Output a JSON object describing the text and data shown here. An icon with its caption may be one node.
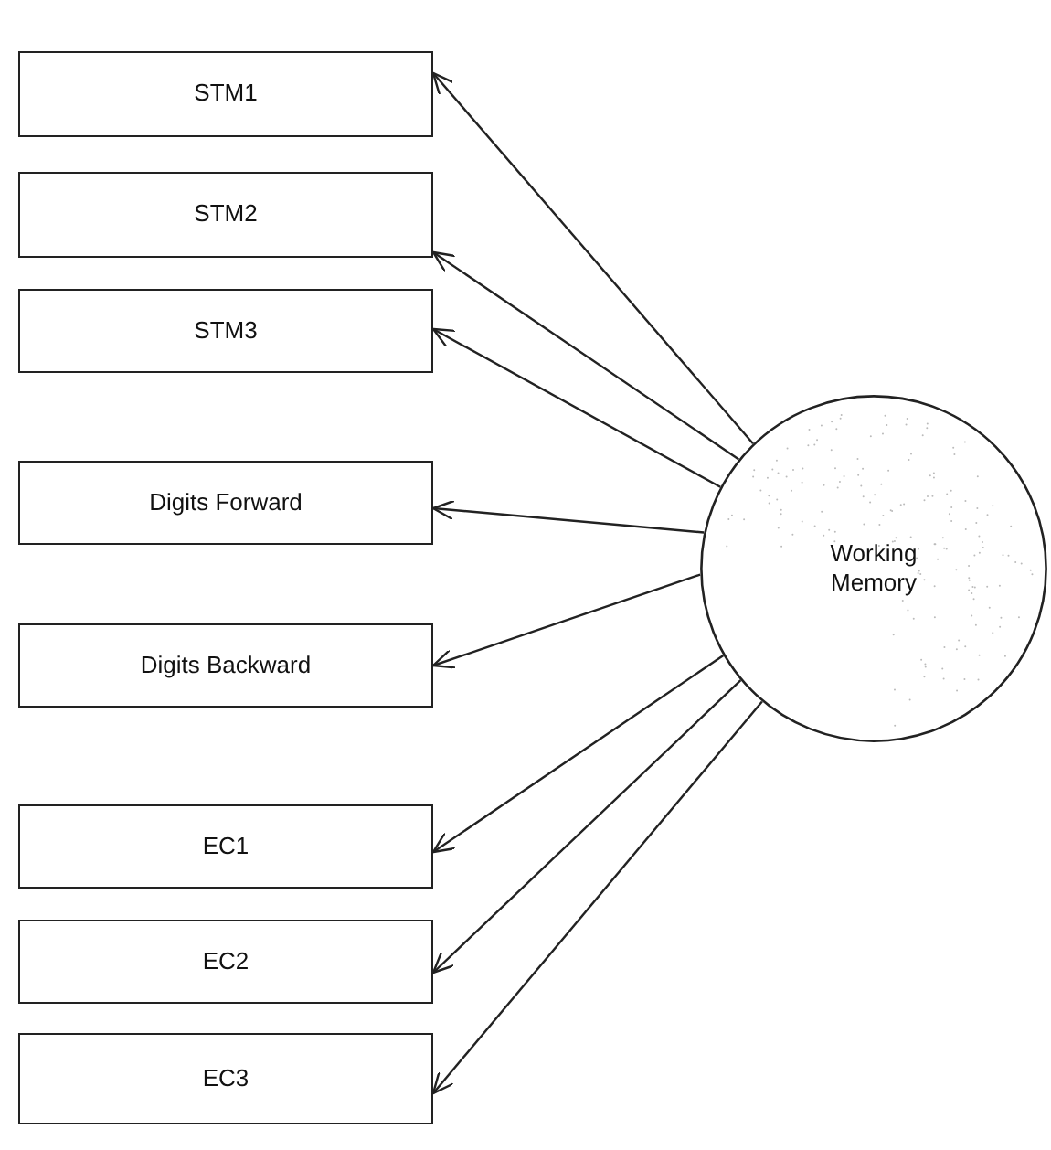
{
  "diagram": {
    "nodes": [
      {
        "text": [
          "STM1"
        ]
      },
      {
        "text": [
          "STM2"
        ]
      },
      {
        "text": [
          "STM3"
        ]
      },
      {
        "text": [
          "Digits Forward"
        ]
      },
      {
        "text": [
          "Digits Backward"
        ]
      },
      {
        "text": [
          "EC1"
        ]
      },
      {
        "text": [
          "EC2"
        ]
      },
      {
        "text": [
          "EC3"
        ]
      },
      {
        "text": [
          "Working Memory"
        ]
      }
    ],
    "edges": [
      {
        "from": 8,
        "to": 0,
        "arrow": "to"
      },
      {
        "from": 8,
        "to": 1,
        "arrow": "to"
      },
      {
        "from": 8,
        "to": 2,
        "arrow": "to"
      },
      {
        "from": 8,
        "to": 3,
        "arrow": "to"
      },
      {
        "from": 8,
        "to": 4,
        "arrow": "to"
      },
      {
        "from": 8,
        "to": 5,
        "arrow": "to"
      },
      {
        "from": 8,
        "to": 6,
        "arrow": "to"
      },
      {
        "from": 8,
        "to": 7,
        "arrow": "to"
      }
    ]
  }
}
